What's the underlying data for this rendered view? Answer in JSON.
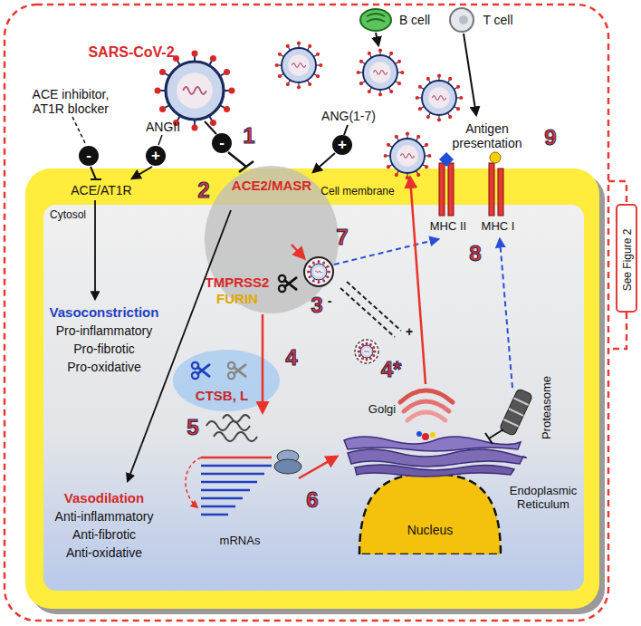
{
  "diagram": {
    "nodes": [
      {
        "text": [
          "Cell membrane"
        ]
      },
      {
        "text": [
          "Cytosol"
        ],
        "in": 0
      },
      {
        "text": [
          "ACE2/MASR",
          "TMPRSS2",
          "FURIN"
        ],
        "in": 0
      },
      {
        "text": [
          "CTSB, L"
        ],
        "in": 1
      },
      {
        "text": [
          "Nucleus"
        ],
        "in": 1
      },
      {
        "text": [
          "See Figure 2"
        ]
      }
    ],
    "labels": [
      "SARS-CoV-2",
      "1",
      "ACE inhibitor, AT1R blocker",
      "ANGII",
      "-",
      "+",
      "-",
      "ANG(1-7)",
      "+",
      "ACE/AT1R",
      "2",
      "3",
      "Vasoconstriction",
      "Pro-inflammatory",
      "Pro-fibrotic",
      "Pro-oxidative",
      "4",
      "5",
      "mRNAs",
      "6",
      "Vasodilation",
      "Anti-inflammatory",
      "Anti-fibrotic",
      "Anti-oxidative",
      "7",
      "-",
      "+",
      "4*",
      "MHC II",
      "MHC I",
      "8",
      "Golgi",
      "Proteasome",
      "Endoplasmic Reticulum",
      "B cell",
      "T cell",
      "Antigen presentation",
      "9"
    ]
  }
}
